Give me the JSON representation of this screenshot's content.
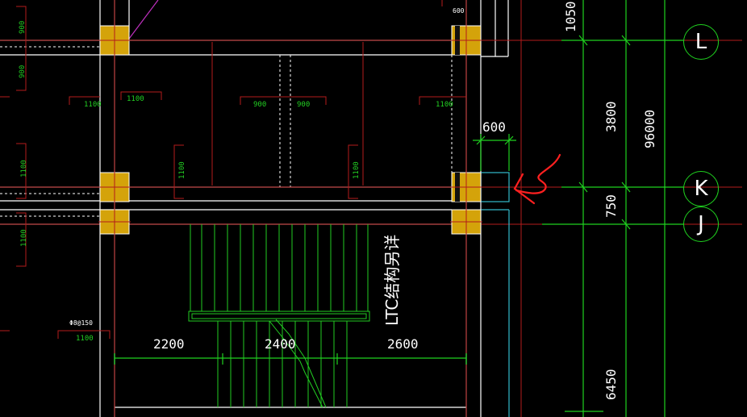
{
  "colors": {
    "background": "#000000",
    "beam": "#ffffff",
    "dimension_red": "#b31b1b",
    "stair_green": "#22cc22",
    "column_fill": "#d4a30a",
    "axis_bubble": "#1fd11f",
    "cyan_outline": "#33bbcc",
    "annotation_arrow": "#ff2020",
    "magenta_line": "#c030c0"
  },
  "axes": {
    "L": "L",
    "K": "K",
    "J": "J"
  },
  "axis_dimensions": {
    "d1050": "1050",
    "d3800": "3800",
    "d96000": "96000",
    "d750": "750",
    "d6450": "6450"
  },
  "span_dimensions": {
    "d600_top": "600",
    "d600": "600",
    "d2200": "2200",
    "d2400": "2400",
    "d2600": "2600"
  },
  "reinforcement_labels": {
    "v900_a": "900",
    "v900_b": "900",
    "h1100_a": "1100",
    "h1100_b": "1100",
    "h900_a": "900",
    "h900_b": "900",
    "h1100_c": "1100",
    "v1100_a": "1100",
    "v1100_b": "1100",
    "v1100_c": "1100",
    "v1100_d": "1100",
    "rebar_spec": "Φ8@150",
    "h1100_d": "1100"
  },
  "stair_label": "LTC结构另详"
}
